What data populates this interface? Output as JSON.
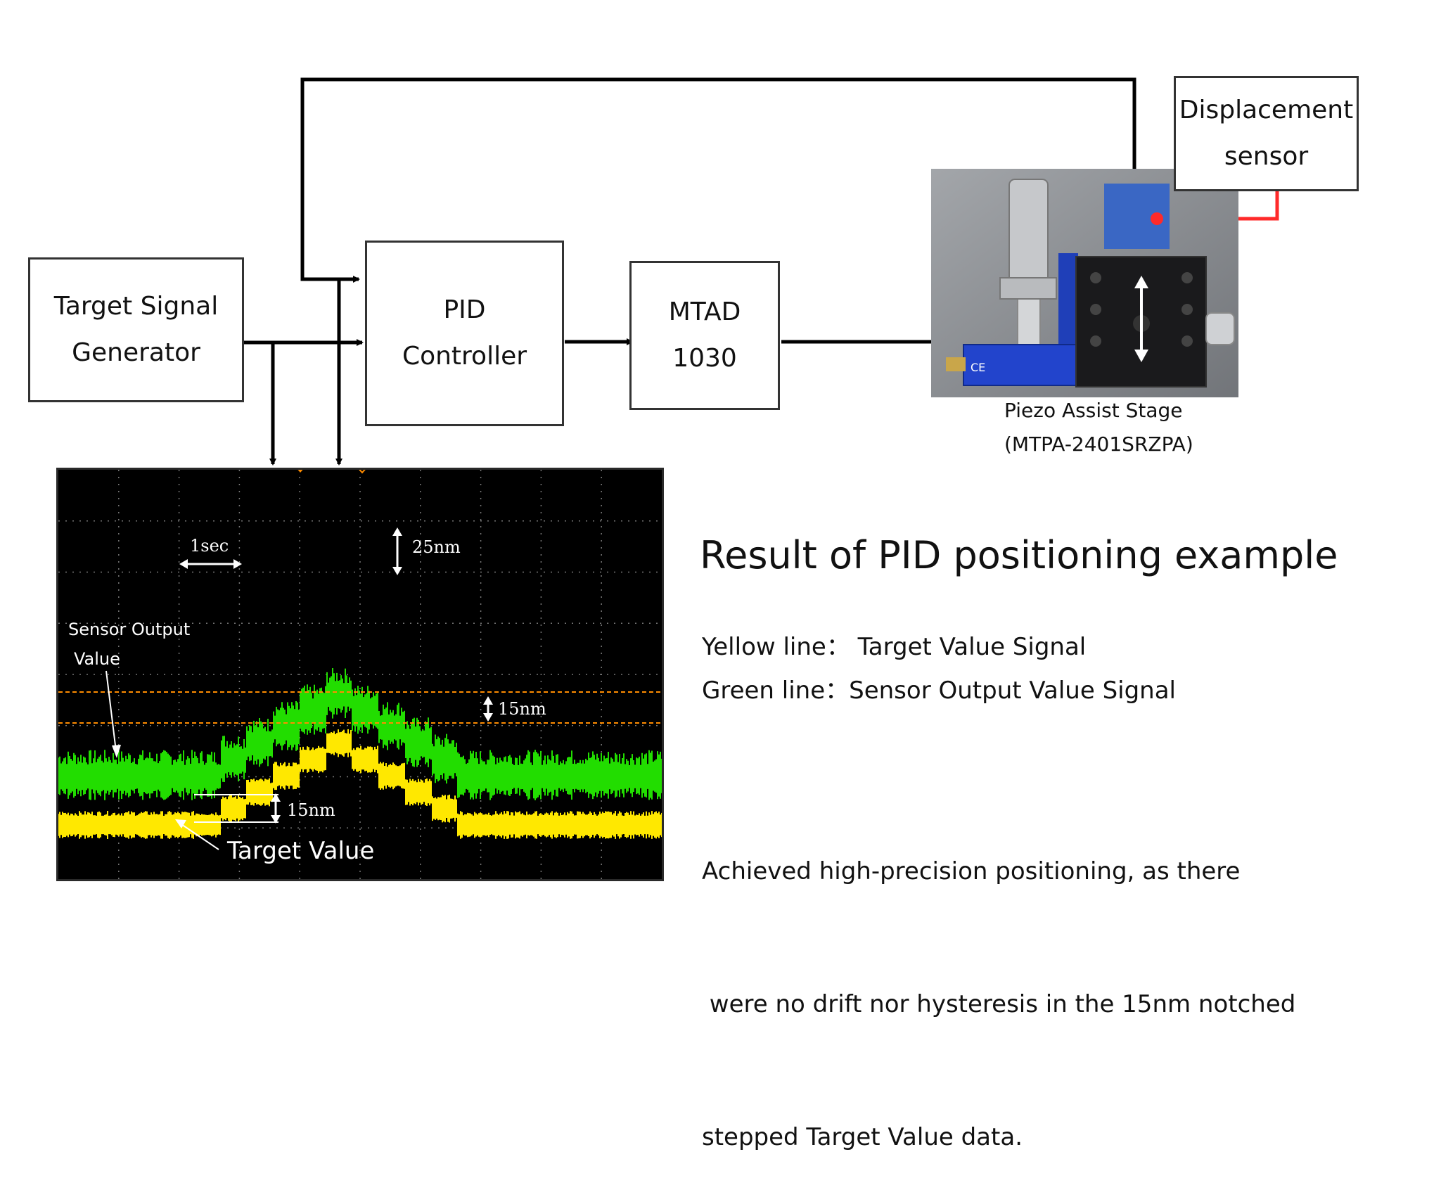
{
  "diagram": {
    "blocks": {
      "target_signal_generator": [
        "Target Signal",
        "Generator"
      ],
      "pid_controller": [
        "PID",
        "Controller"
      ],
      "mtad": [
        "MTAD",
        "1030"
      ],
      "displacement_sensor": [
        "Displacement",
        "sensor"
      ]
    },
    "stage_caption": [
      "Piezo Assist Stage",
      "(MTPA-2401SRZPA)"
    ]
  },
  "scope": {
    "labels": {
      "time_scale": "1sec",
      "amplitude_scale": "25nm",
      "step_a": "15nm",
      "step_b": "15nm",
      "sensor_output": [
        "Sensor Output",
        "Value"
      ],
      "target_value": "Target Value"
    },
    "target_steps_nm": [
      0,
      15,
      30,
      45,
      60,
      75,
      60,
      45,
      30,
      15,
      0
    ],
    "colors": {
      "target": "#ffe800",
      "sensor": "#22dd00",
      "grid": "#777777",
      "marker": "#ff8c00"
    }
  },
  "results": {
    "title": "Result of PID positioning example",
    "legend": [
      "Yellow line： Target Value Signal",
      "Green line：Sensor Output Value Signal"
    ],
    "description": [
      "Achieved high-precision positioning, as there",
      " were no drift nor hysteresis in the 15nm notched",
      "stepped Target Value data."
    ]
  }
}
